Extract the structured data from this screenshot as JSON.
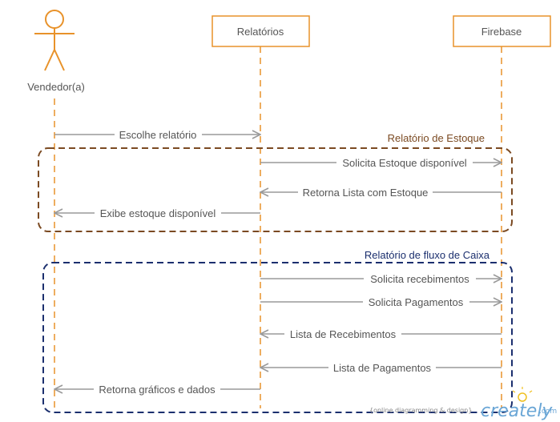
{
  "participants": {
    "actor": {
      "label": "Vendedor(a)"
    },
    "relatorios": {
      "label": "Relatórios"
    },
    "firebase": {
      "label": "Firebase"
    }
  },
  "frames": [
    {
      "title": "Relatório de Estoque",
      "color": "#7b4a22"
    },
    {
      "title": "Relatório de fluxo de Caixa",
      "color": "#1b2f6e"
    }
  ],
  "messages": [
    {
      "label": "Escolhe relatório"
    },
    {
      "label": "Solicita Estoque disponível"
    },
    {
      "label": "Retorna Lista com Estoque"
    },
    {
      "label": "Exibe estoque disponível"
    },
    {
      "label": "Solicita recebimentos"
    },
    {
      "label": "Solicita Pagamentos"
    },
    {
      "label": "Lista de Recebimentos"
    },
    {
      "label": "Lista de Pagamentos"
    },
    {
      "label": "Retorna gráficos e dados"
    }
  ],
  "footer": {
    "tagline": "{online diagramming & design}",
    "brand": "creately",
    "brand_suffix": ".com"
  },
  "colors": {
    "lifeline": "#e8922a",
    "arrow": "#9a9a9a"
  }
}
